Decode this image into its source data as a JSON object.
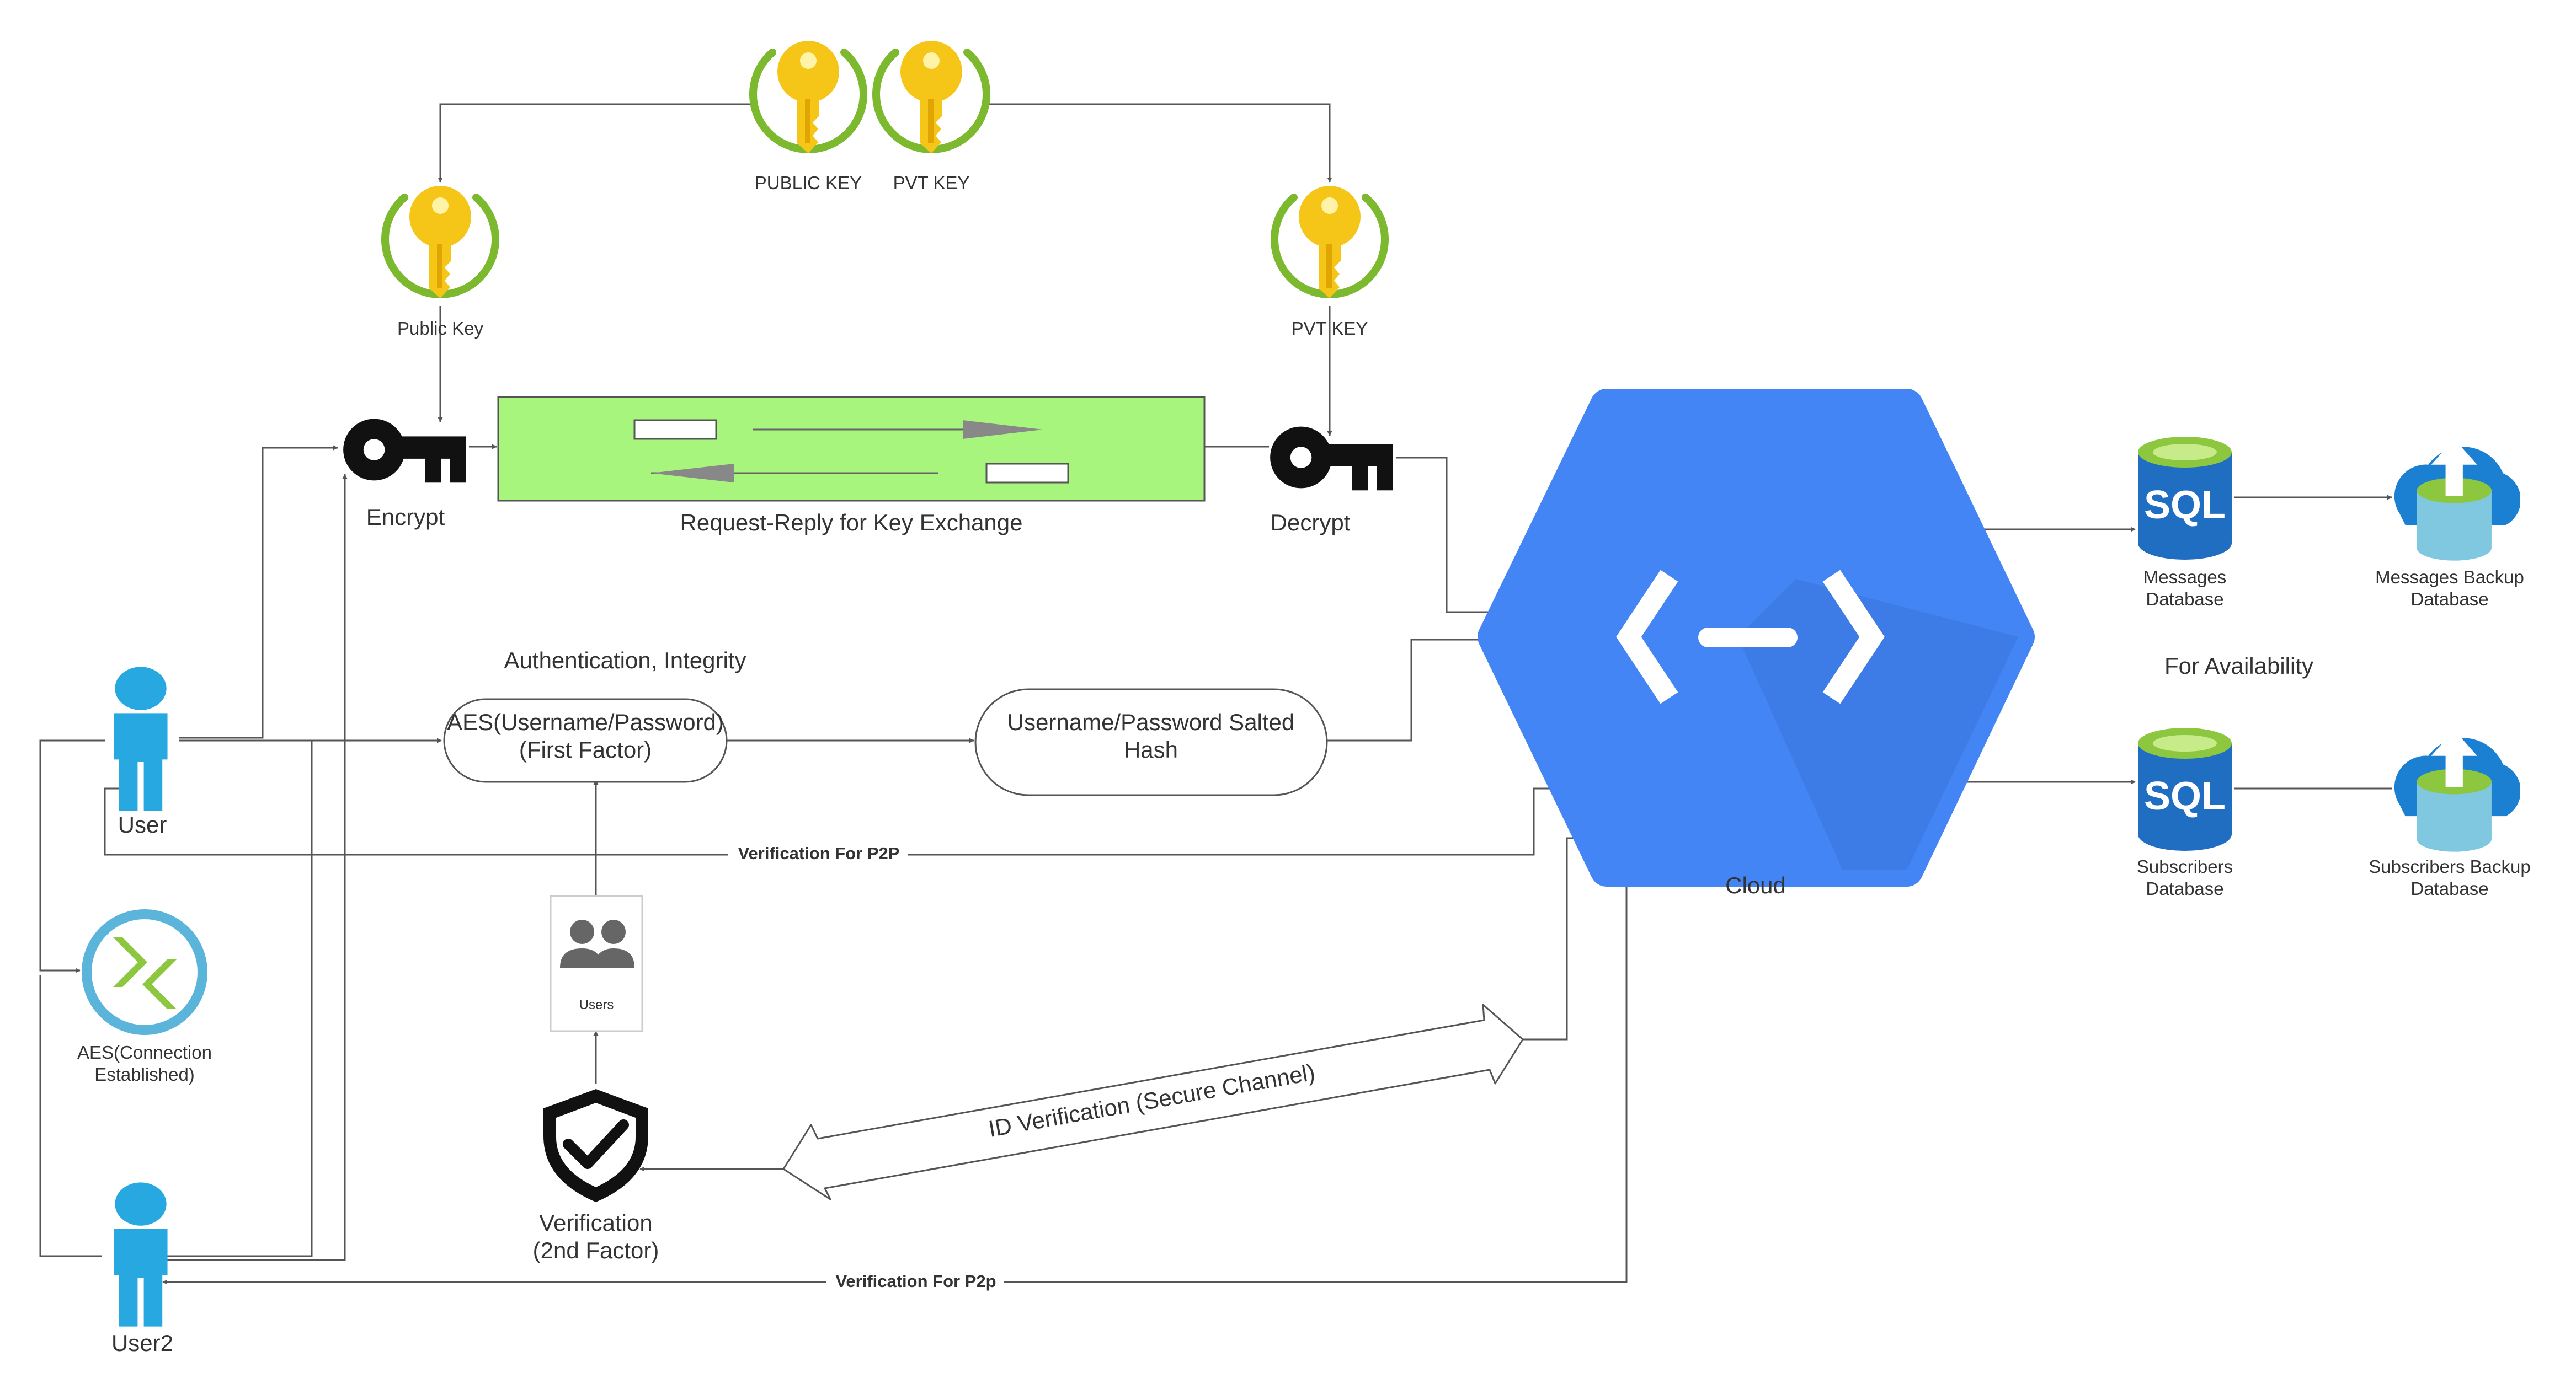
{
  "colors": {
    "key_gold": "#F5C518",
    "key_ring": "#7CB92E",
    "exchange_box": "#A8F57E",
    "cloud_blue": "#4385F5",
    "user_blue": "#27A8E0",
    "sql_blue": "#1F6EC1",
    "sql_top": "#8DC63F"
  },
  "keys": {
    "public_key_top": "PUBLIC KEY",
    "pvt_key_top": "PVT KEY",
    "public_key": "Public Key",
    "pvt_key": "PVT KEY"
  },
  "exchange": {
    "encrypt": "Encrypt",
    "decrypt": "Decrypt",
    "label": "Request-Reply for Key Exchange"
  },
  "auth": {
    "heading": "Authentication,  Integrity",
    "aes_line1": "AES(Username/Password)",
    "aes_line2": "(First Factor)",
    "hash_line1": "Username/Password Salted",
    "hash_line2": "Hash"
  },
  "users": {
    "user1": "User",
    "user2": "User2",
    "users_card": "Users",
    "aes_line1": "AES(Connection",
    "aes_line2": "Established)"
  },
  "verification": {
    "p2p_top": "Verification For P2P",
    "p2p_bottom": "Verification For P2p",
    "label_line1": "Verification",
    "label_line2": "(2nd Factor)",
    "channel": "ID Verification (Secure Channel)"
  },
  "cloud": {
    "label": "Cloud"
  },
  "databases": {
    "sql_text": "SQL",
    "messages_line1": "Messages",
    "messages_line2": "Database",
    "messages_backup_line1": "Messages Backup",
    "messages_backup_line2": "Database",
    "subscribers_line1": "Subscribers",
    "subscribers_line2": "Database",
    "subscribers_backup_line1": "Subscribers Backup",
    "subscribers_backup_line2": "Database",
    "availability": "For Availability"
  }
}
